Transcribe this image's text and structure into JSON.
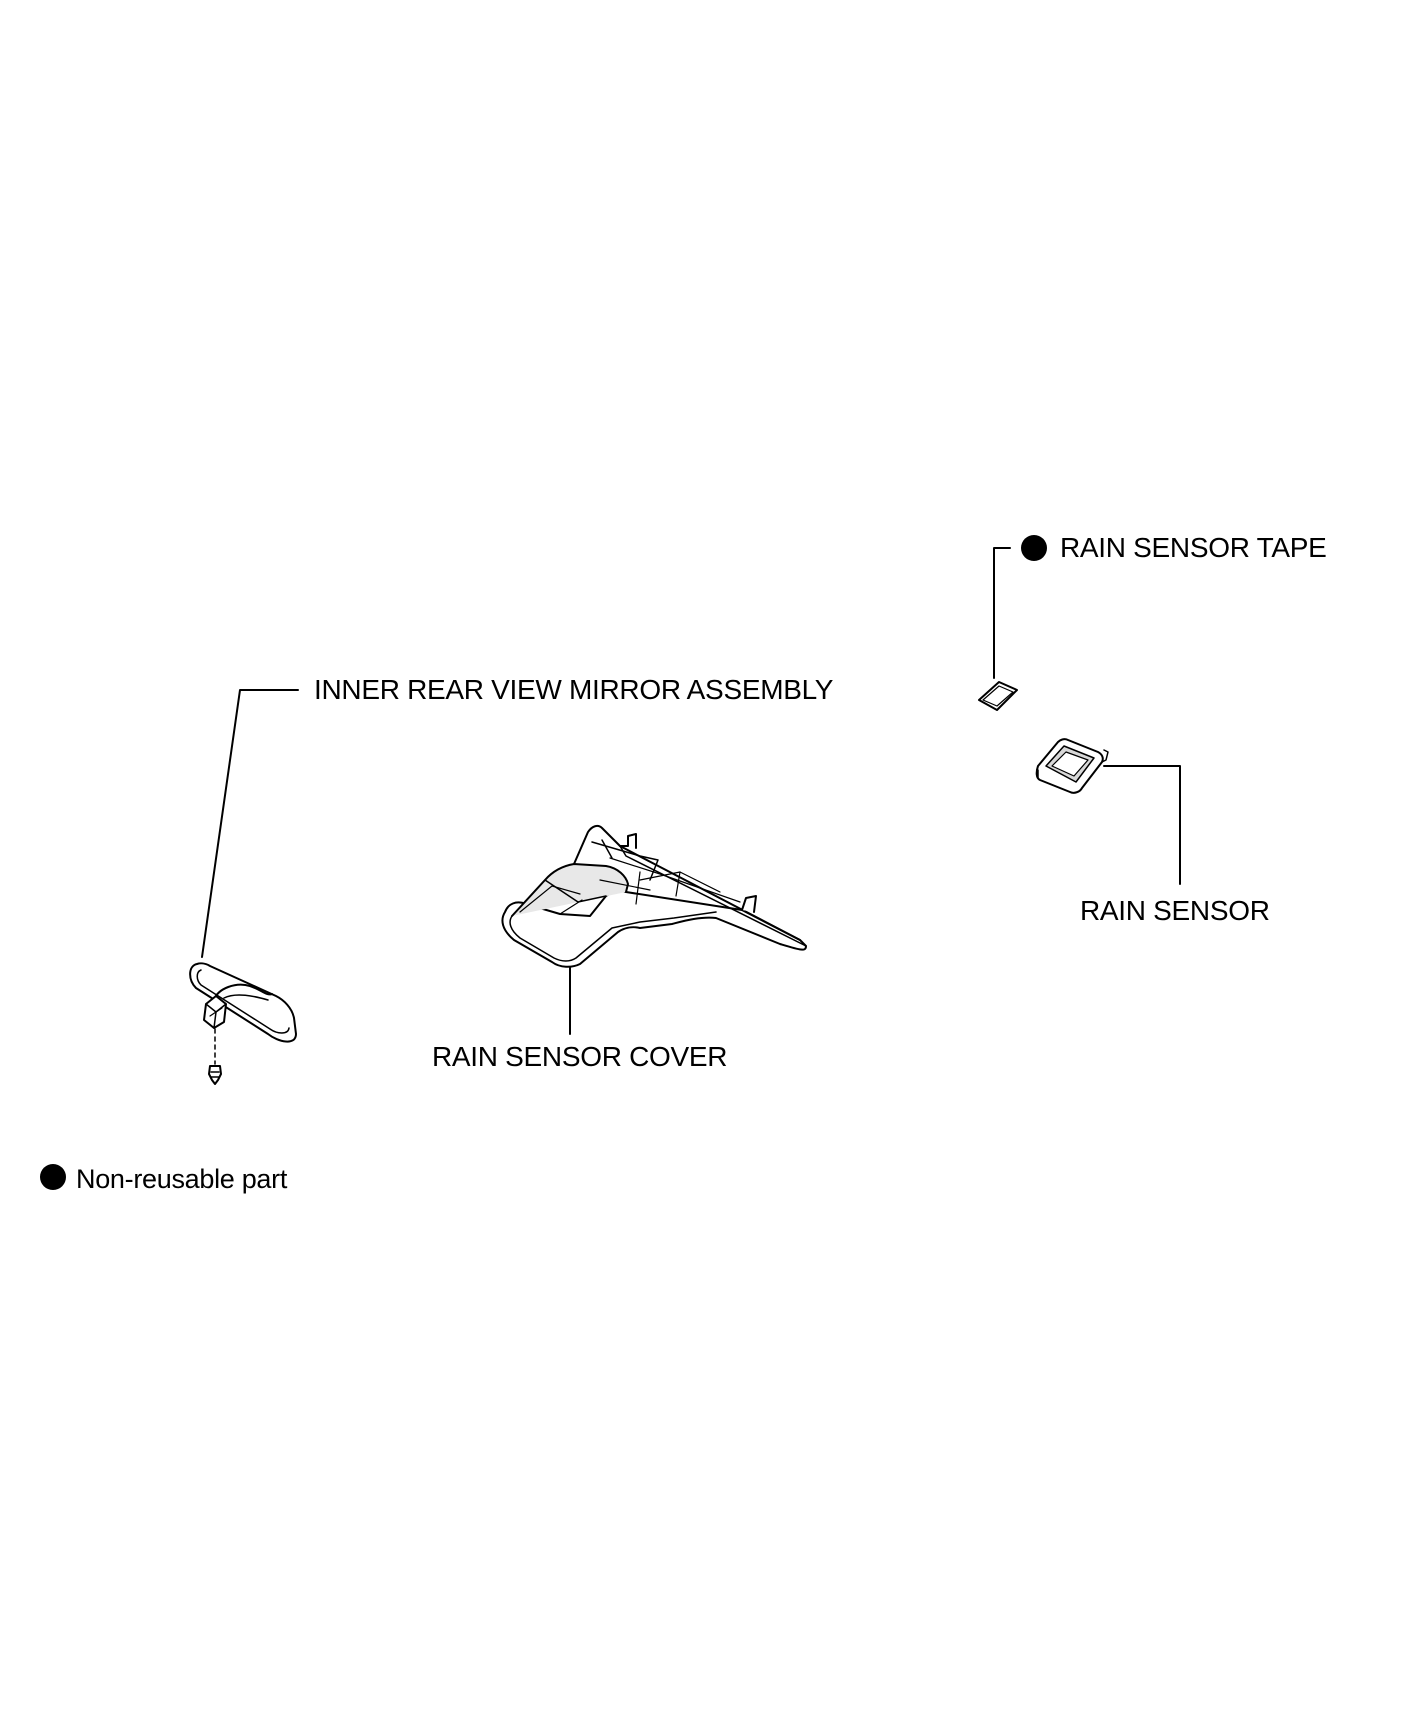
{
  "diagram": {
    "parts": [
      {
        "label": "INNER REAR VIEW MIRROR ASSEMBLY",
        "non_reusable": false
      },
      {
        "label": "RAIN SENSOR TAPE",
        "non_reusable": true
      },
      {
        "label": "RAIN SENSOR",
        "non_reusable": false
      },
      {
        "label": "RAIN SENSOR COVER",
        "non_reusable": false
      }
    ],
    "legend": {
      "symbol": "filled-circle",
      "label": "Non-reusable part"
    },
    "colors": {
      "line": "#000000",
      "background": "#ffffff",
      "part_fill": "#ffffff",
      "part_shade": "#d8d8d8"
    }
  }
}
